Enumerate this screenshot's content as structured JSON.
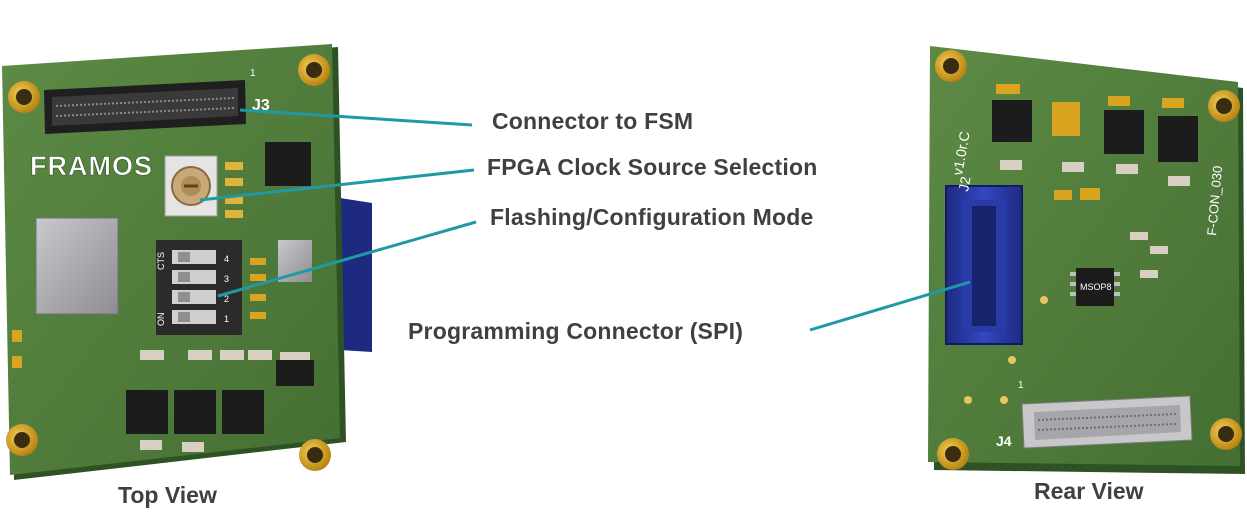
{
  "callouts": {
    "connector_fsm": "Connector to FSM",
    "fpga_clock": "FPGA Clock Source Selection",
    "flashing_mode": "Flashing/Configuration Mode",
    "programming_connector": "Programming Connector (SPI)"
  },
  "captions": {
    "top_view": "Top View",
    "rear_view": "Rear View"
  },
  "board_markings": {
    "top_logo": "FRAMOS",
    "top_connector_ref": "J3",
    "top_pin1": "1",
    "dip_on": "ON",
    "dip_cts": "CTS",
    "dip_numbers": [
      "1",
      "2",
      "3",
      "4"
    ],
    "rear_version": "v1.0r.C",
    "rear_connector_j2": "J2",
    "rear_connector_j4": "J4",
    "rear_pin1": "1",
    "rear_part": "F-CON_030",
    "rear_chip": "MSOP8"
  },
  "colors": {
    "pcb_green": "#4f7d3a",
    "pcb_edge": "#2f5224",
    "gold": "#d9a520",
    "leader_line": "#1f9aa5",
    "label_text": "#404040",
    "spi_connector": "#27359b"
  }
}
